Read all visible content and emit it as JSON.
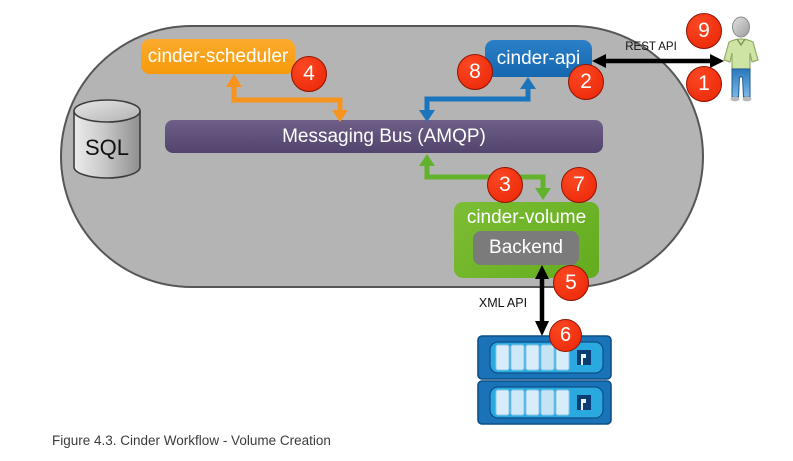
{
  "caption": "Figure 4.3. Cinder Workflow - Volume Creation",
  "diagram": {
    "nodes": {
      "sql": {
        "label": "SQL"
      },
      "scheduler": {
        "label": "cinder-scheduler"
      },
      "api": {
        "label": "cinder-api"
      },
      "bus": {
        "label": "Messaging Bus (AMQP)"
      },
      "volume": {
        "label": "cinder-volume"
      },
      "backend": {
        "label": "Backend"
      }
    },
    "connections": {
      "rest_api_label": "REST API",
      "xml_api_label": "XML API"
    },
    "steps": [
      "1",
      "2",
      "3",
      "4",
      "5",
      "6",
      "7",
      "8",
      "9"
    ],
    "icons": {
      "sql": "database-cylinder-icon",
      "user": "person-icon",
      "storage": "disk-array-icon"
    },
    "colors": {
      "scheduler_orange": "#f69a0b",
      "api_blue": "#1b75bc",
      "bus_purple": "#5b4b73",
      "volume_green": "#6db32a",
      "backend_gray": "#7b7b7b",
      "step_badge_red": "#ea2406",
      "cloud_gray": "#b4b4b4",
      "storage_blue": "#1a73b8",
      "storage_panel_blue": "#2aa9e0"
    }
  }
}
